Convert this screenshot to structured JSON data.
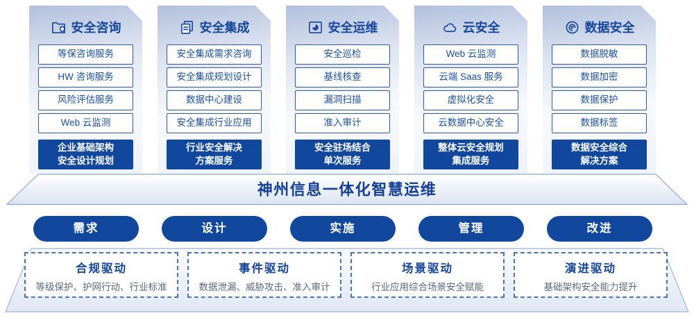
{
  "colors": {
    "accent_dark_blue": "#11489d",
    "title_blue": "#17479c",
    "item_border_blue": "#3058a4",
    "panel_top_tint": "#b2c0dd",
    "dashed_border_blue": "#4a72b6",
    "desc_gray": "#5a6880"
  },
  "columns": [
    {
      "title": "安全咨询",
      "icon": "folder-shield-icon",
      "items": [
        "等保咨询服务",
        "HW 咨询服务",
        "风险评估服务",
        "Web 云监测"
      ],
      "highlight": {
        "line1": "企业基础架构",
        "line2": "安全设计规划"
      }
    },
    {
      "title": "安全集成",
      "icon": "documents-icon",
      "items": [
        "安全集成需求咨询",
        "安全集成规划设计",
        "数据中心建设",
        "安全集成行业应用"
      ],
      "highlight": {
        "line1": "行业安全解决",
        "line2": "方案服务"
      }
    },
    {
      "title": "安全运维",
      "icon": "chart-box-icon",
      "items": [
        "安全巡检",
        "基线核查",
        "漏洞扫描",
        "准入审计"
      ],
      "highlight": {
        "line1": "安全驻场结合",
        "line2": "单次服务"
      }
    },
    {
      "title": "云安全",
      "icon": "cloud-icon",
      "items": [
        "Web 云监测",
        "云端 Saas 服务",
        "虚拟化安全",
        "云数据中心安全"
      ],
      "highlight": {
        "line1": "整体云安全规划",
        "line2": "集成服务"
      }
    },
    {
      "title": "数据安全",
      "icon": "fingerprint-icon",
      "items": [
        "数据脱敏",
        "数据加密",
        "数据保护",
        "数据标签"
      ],
      "highlight": {
        "line1": "数据安全综合",
        "line2": "解决方案"
      }
    }
  ],
  "banner": {
    "title": "神州信息一体化智慧运维"
  },
  "phases": [
    "需求",
    "设计",
    "实施",
    "管理",
    "改进"
  ],
  "drivers": [
    {
      "title": "合规驱动",
      "desc": "等级保护、护网行动、行业标准"
    },
    {
      "title": "事件驱动",
      "desc": "数据泄漏、威胁攻击、准入审计"
    },
    {
      "title": "场景驱动",
      "desc": "行业应用综合场景安全赋能"
    },
    {
      "title": "演进驱动",
      "desc": "基础架构安全能力提升"
    }
  ]
}
